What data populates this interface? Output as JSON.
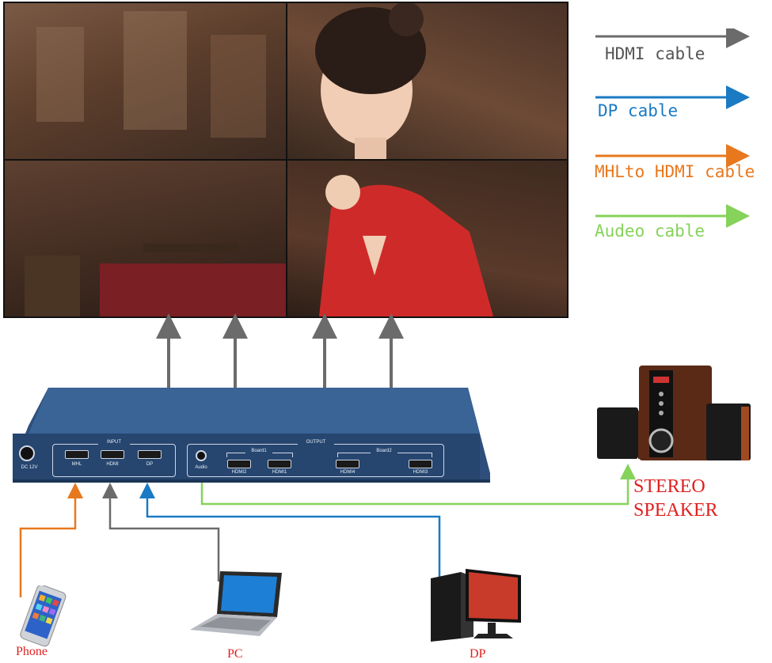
{
  "legend": {
    "items": [
      {
        "label": "HDMI cable",
        "color": "#6b6b6b"
      },
      {
        "label": "DP cable",
        "color": "#1a7ac4"
      },
      {
        "label": "MHLto HDMI cable",
        "color": "#e8781e"
      },
      {
        "label": "Audeo cable",
        "color": "#86d25a"
      }
    ]
  },
  "box": {
    "power_label": "DC 12V",
    "input_label": "INPUT",
    "output_label": "OUTPUT",
    "board1_label": "Board1",
    "board2_label": "Board2",
    "ports": {
      "mhl": "MHL",
      "hdmi": "HDMI",
      "dp": "DP",
      "audio": "Audio",
      "hdmi2": "HDMI2",
      "hdmi1": "HDMI1",
      "hdmi4": "HDMI4",
      "hdmi3": "HDMI3"
    }
  },
  "devices": {
    "phone": "Phone",
    "pc": "PC",
    "dp": "DP",
    "speaker_line1": "STEREO",
    "speaker_line2": "SPEAKER"
  },
  "colors": {
    "hdmi": "#6b6b6b",
    "dp": "#1a7ac4",
    "mhl": "#e8781e",
    "audio": "#86d25a",
    "box": "#26466f",
    "label": "#e02020"
  }
}
